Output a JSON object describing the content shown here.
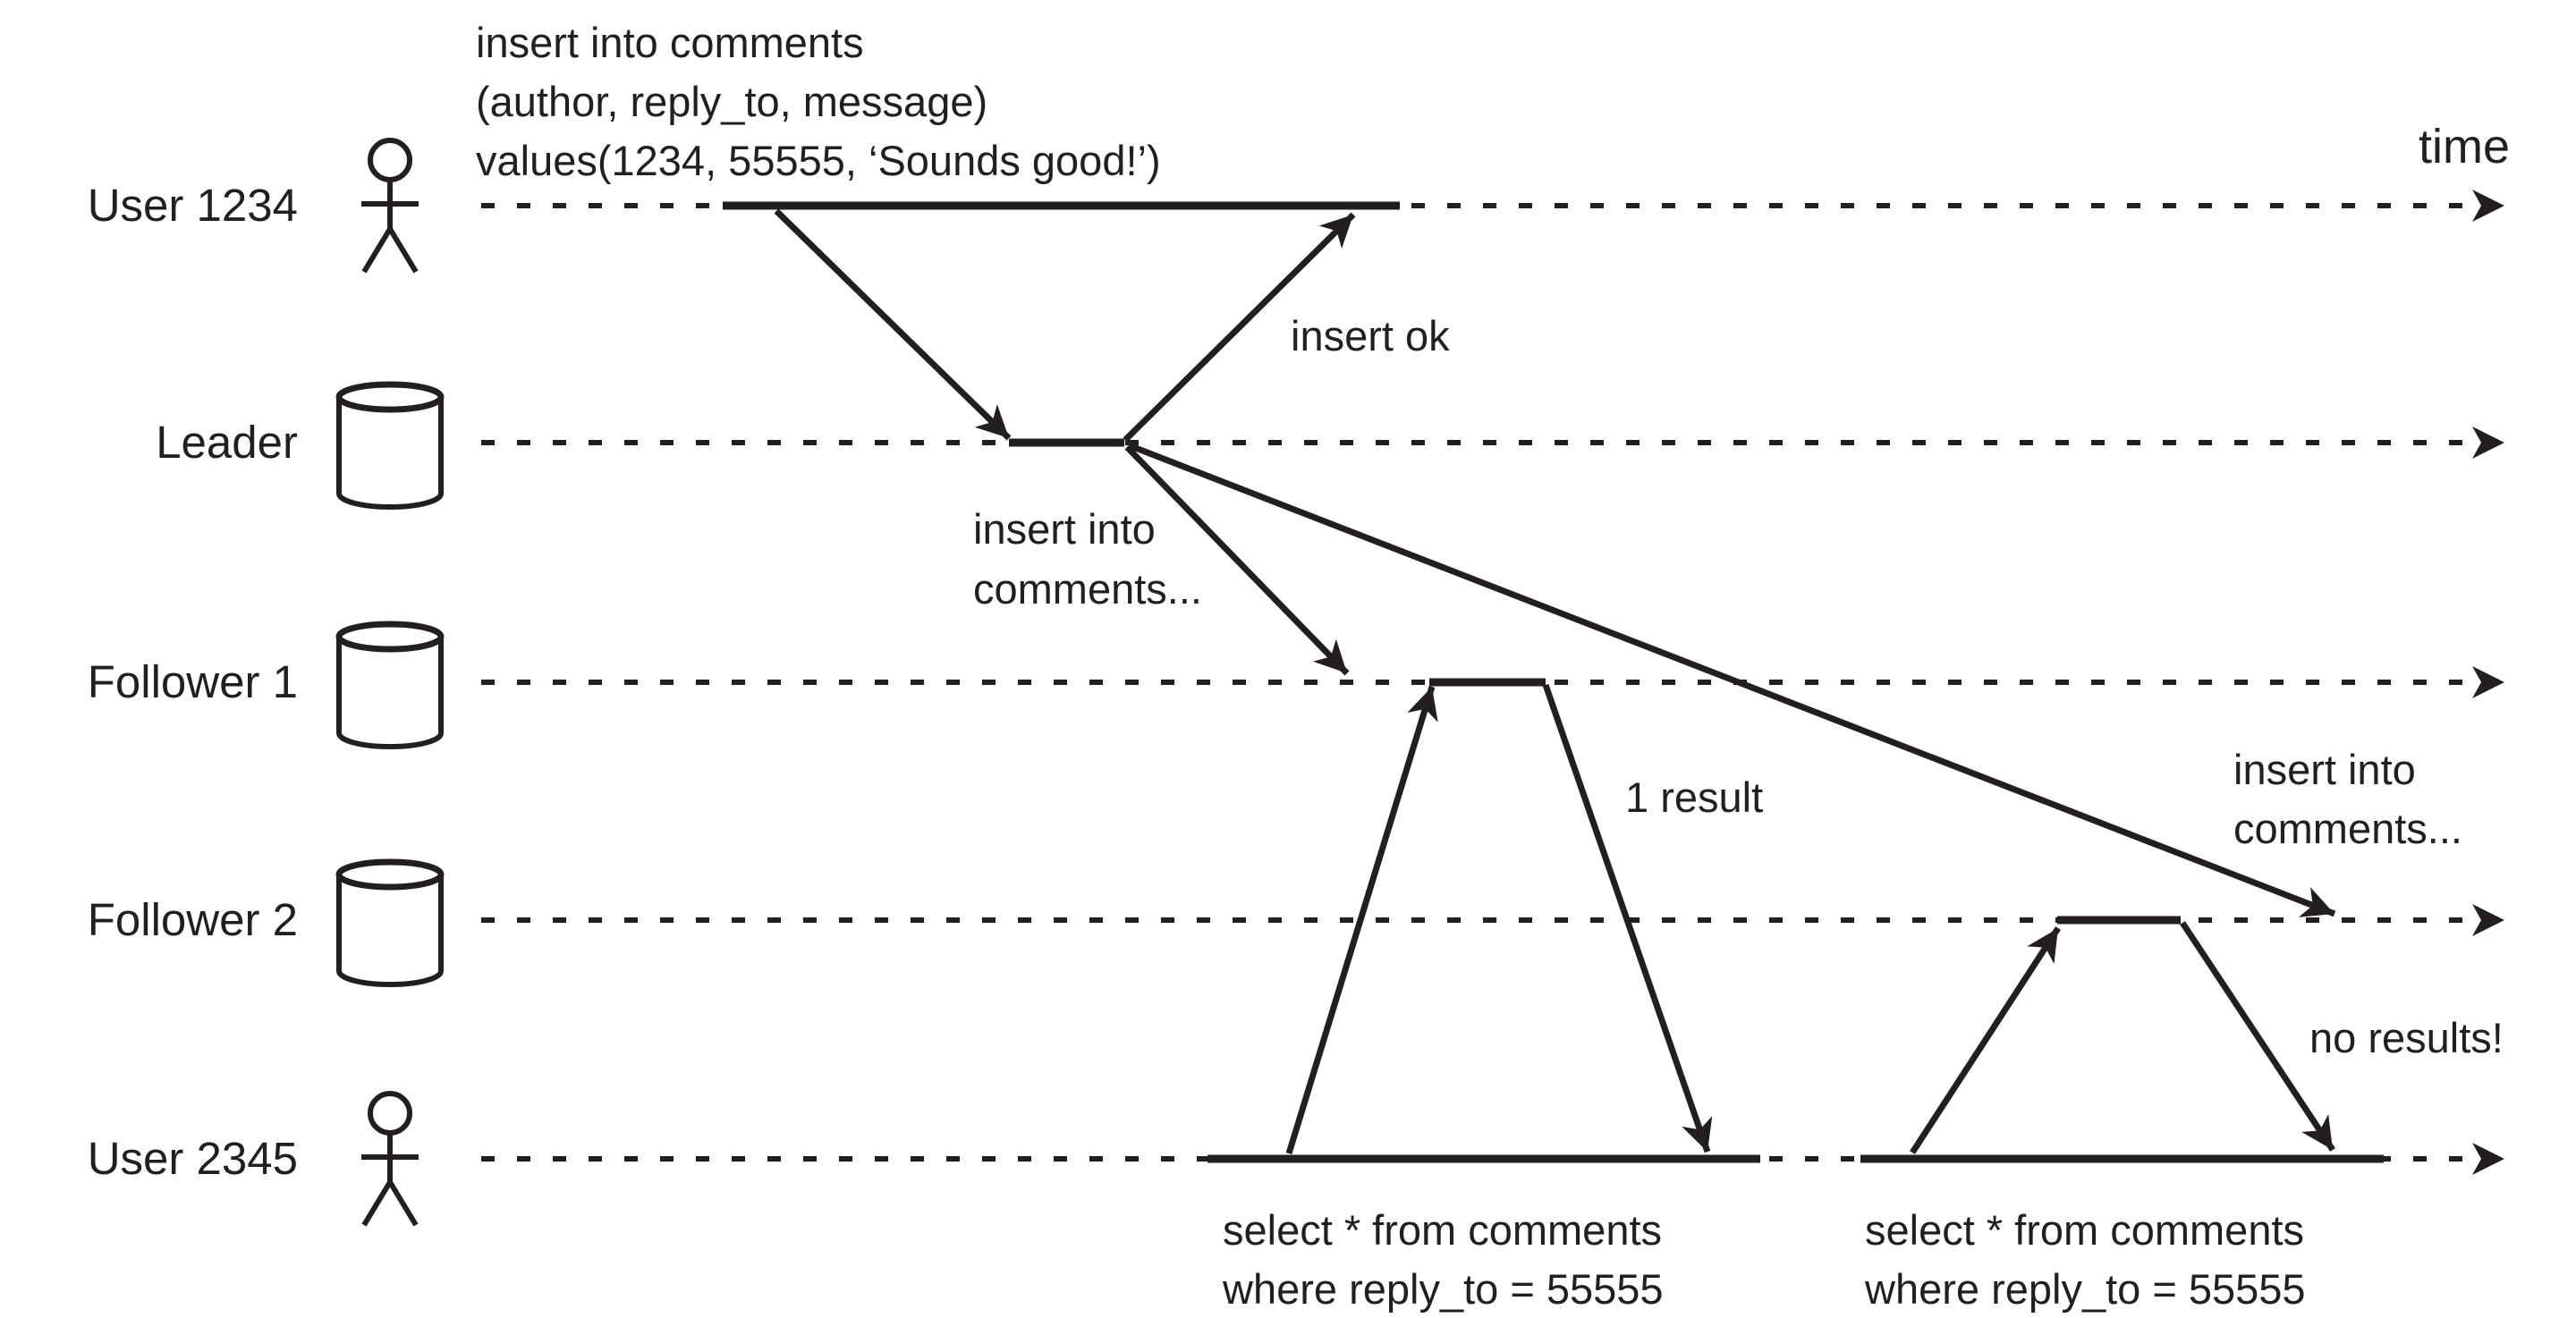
{
  "diagram": {
    "title_semantic": "Leader-based replication lag sequence diagram",
    "time_label": "time",
    "colors": {
      "ink": "#231f20",
      "background": "#ffffff"
    },
    "actors": [
      {
        "label": "User 1234",
        "icon": "person"
      },
      {
        "label": "Leader",
        "icon": "database"
      },
      {
        "label": "Follower 1",
        "icon": "database"
      },
      {
        "label": "Follower 2",
        "icon": "database"
      },
      {
        "label": "User 2345",
        "icon": "person"
      }
    ],
    "labels": {
      "insert_query": [
        "insert into comments",
        "(author, reply_to, message)",
        "values(1234, 55555, ‘Sounds good!’)"
      ],
      "insert_ok": "insert ok",
      "replicate_left": [
        "insert into",
        "comments..."
      ],
      "replicate_right": [
        "insert into",
        "comments..."
      ],
      "one_result": "1 result",
      "no_results": "no results!",
      "select_query_1": [
        "select * from comments",
        "where reply_to = 55555"
      ],
      "select_query_2": [
        "select * from comments",
        "where reply_to = 55555"
      ]
    }
  }
}
